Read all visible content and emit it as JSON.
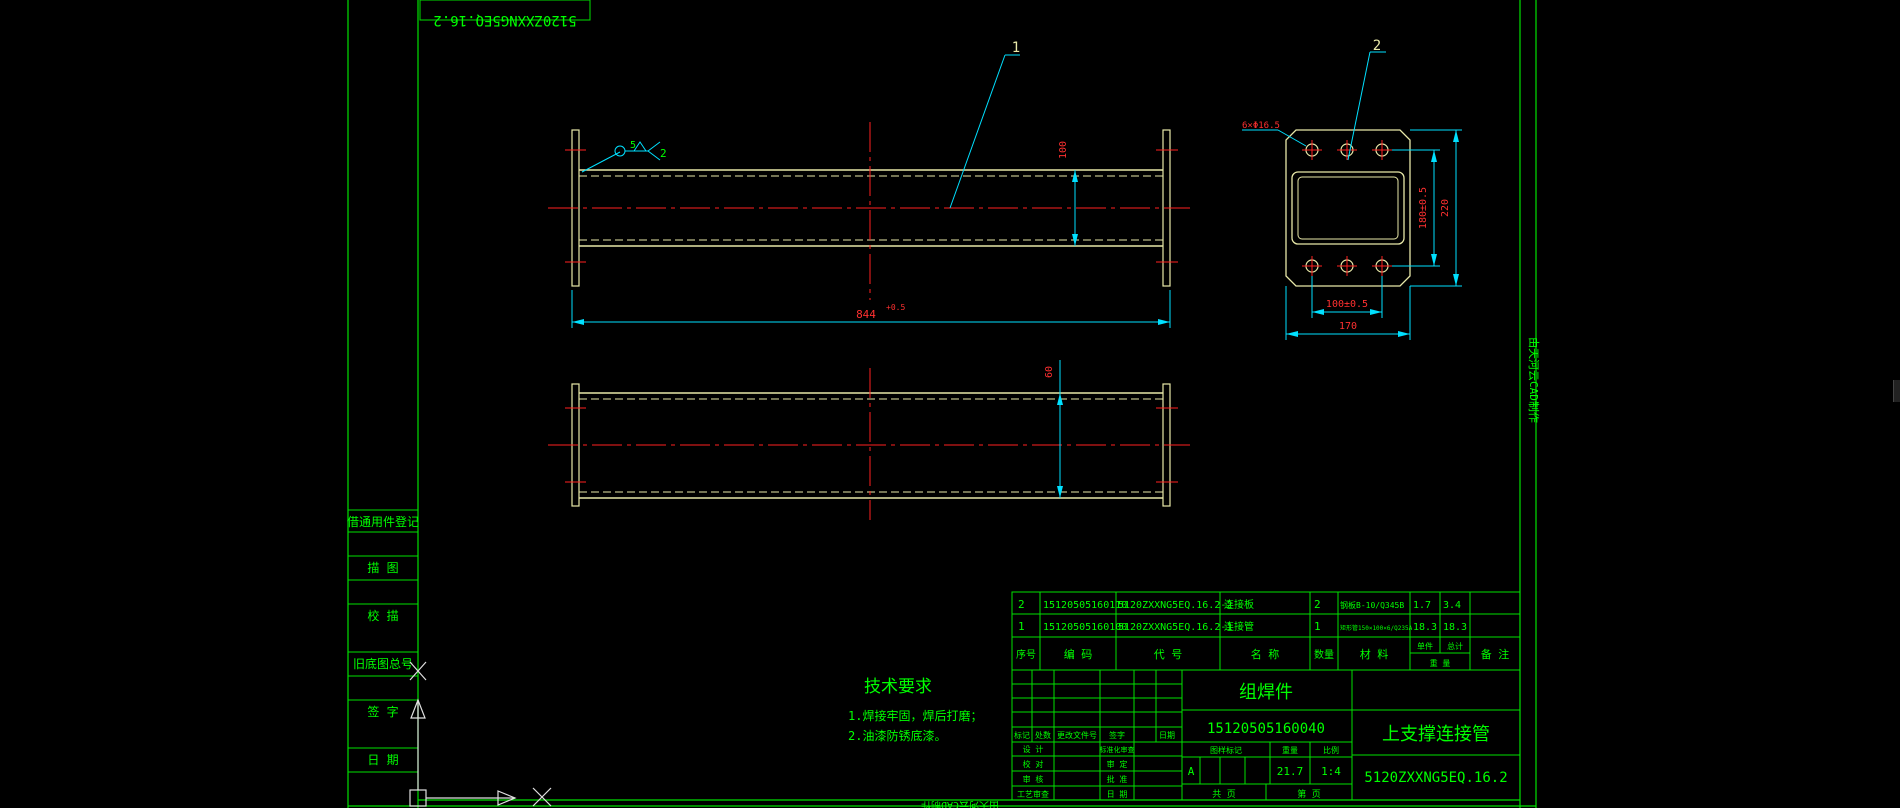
{
  "drawing": {
    "doc_code_mirrored": "5120ZXXNG5EQ.16.2",
    "side_text": "由天河云CAD制作",
    "bottom_text": "由天河云CAD制作"
  },
  "left_column": {
    "labels": [
      "借通用件登记",
      "描 图",
      "校 描",
      "旧底图总号",
      "签 字",
      "日 期"
    ]
  },
  "front_view": {
    "balloon": "1",
    "weld_note": "5",
    "weld_num": "2",
    "dim_length": "844",
    "dim_length_tol": "+0.5",
    "dim_height": "100"
  },
  "top_view": {
    "dim_height": "60"
  },
  "end_view": {
    "balloon": "2",
    "hole_note": "6×Φ16.5",
    "dim_inner_v": "180±0.5",
    "dim_outer_v": "220",
    "dim_inner_h": "100±0.5",
    "dim_outer_h": "170"
  },
  "tech_req": {
    "title": "技术要求",
    "line1": "1.焊接牢固，焊后打磨；",
    "line2": "2.油漆防锈底漆。"
  },
  "bom": {
    "rows": [
      {
        "seq": "2",
        "code": "15120505160110",
        "drawing_no": "5120ZXXNG5EQ.16.2-2",
        "name": "连接板",
        "qty": "2",
        "material": "钢板B-10/Q345B",
        "unit_w": "1.7",
        "total_w": "3.4"
      },
      {
        "seq": "1",
        "code": "15120505160100",
        "drawing_no": "5120ZXXNG5EQ.16.2-1",
        "name": "连接管",
        "qty": "1",
        "material": "矩形管150×100×6/Q235A",
        "unit_w": "18.3",
        "total_w": "18.3"
      }
    ],
    "header": {
      "seq": "序号",
      "code": "编 码",
      "drawing_no": "代 号",
      "name": "名 称",
      "qty": "数量",
      "material": "材 料",
      "unit": "单件",
      "total": "总计",
      "weight": "重 量",
      "remark": "备 注"
    }
  },
  "title_block": {
    "type": "组焊件",
    "code": "15120505160040",
    "name": "上支撑连接管",
    "drawing_no": "5120ZXXNG5EQ.16.2",
    "stage": "A",
    "weight": "21.7",
    "scale": "1:4",
    "rev_headers": [
      "标记",
      "处数",
      "更改文件号",
      "签字",
      "日期"
    ],
    "role_labels": [
      "设 计",
      "校 对",
      "审 核",
      "工艺审查"
    ],
    "role_labels2": [
      "标准化审查",
      "审 定",
      "批 准",
      "日 期"
    ],
    "stage_headers": [
      "图样标记",
      "重量",
      "比例"
    ],
    "sheet_total": "共 页",
    "sheet_no": "第 页"
  },
  "colors": {
    "frame": "#00e000",
    "part": "#e8e8a8",
    "center": "#ff2020",
    "dim": "#00e0ff",
    "text": "#00ff00",
    "label_red": "#ff3030"
  }
}
